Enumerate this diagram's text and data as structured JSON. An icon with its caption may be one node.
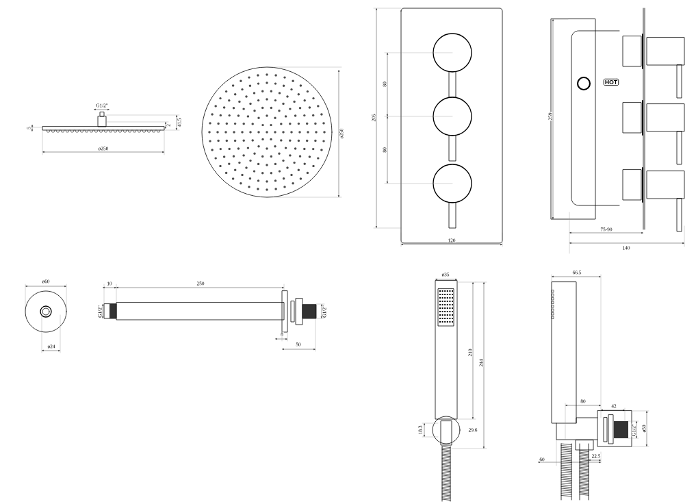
{
  "diagram": {
    "nodes": [
      {
        "text": [
          "HOT"
        ]
      }
    ],
    "edges": [],
    "labels": [
      "G1/2\"",
      "2",
      "41.5",
      "5",
      "ø250",
      "ø250",
      "80",
      "205",
      "80",
      "120",
      "259",
      "75-90",
      "140",
      "ø60",
      "10",
      "250",
      "G1/2\"",
      "G1/2\"",
      "ø24",
      "8",
      "50",
      "ø35",
      "210",
      "244",
      "18.3",
      "29.6",
      "66.5",
      "80",
      "42",
      "G1/2\"",
      "ø50",
      "22.5",
      "60"
    ]
  }
}
